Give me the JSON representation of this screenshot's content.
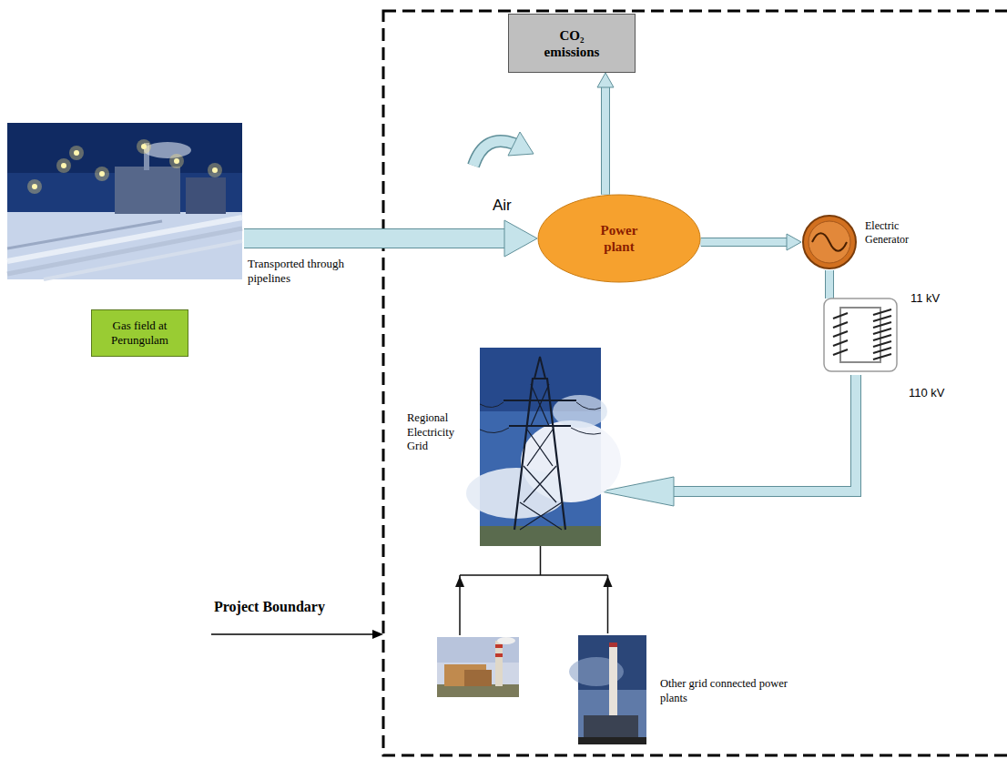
{
  "diagram": {
    "nodes": [
      {
        "text": [
          "Gas field at Perungulam"
        ]
      },
      {
        "text": [
          "Power plant"
        ]
      },
      {
        "text": [
          "CO₂ emissions"
        ]
      },
      {
        "text": [
          "Electric Generator"
        ]
      },
      {
        "text": [
          "11 kV",
          "110 kV"
        ]
      },
      {
        "text": [
          "Regional Electricity Grid"
        ]
      },
      {
        "text": [
          "Other grid connected power plants"
        ]
      }
    ],
    "edges": [
      {
        "from": 0,
        "to": 1,
        "arrow": "to",
        "label": "Transported through pipelines"
      },
      {
        "from": 1,
        "to": 2,
        "arrow": "to"
      },
      {
        "from": 1,
        "to": 3,
        "arrow": "to"
      },
      {
        "from": 3,
        "to": 4,
        "arrow": "none"
      },
      {
        "from": 4,
        "to": 5,
        "arrow": "to"
      },
      {
        "from": 6,
        "to": 5,
        "arrow": "to"
      }
    ],
    "labels": [
      "Air",
      "Project Boundary"
    ]
  }
}
